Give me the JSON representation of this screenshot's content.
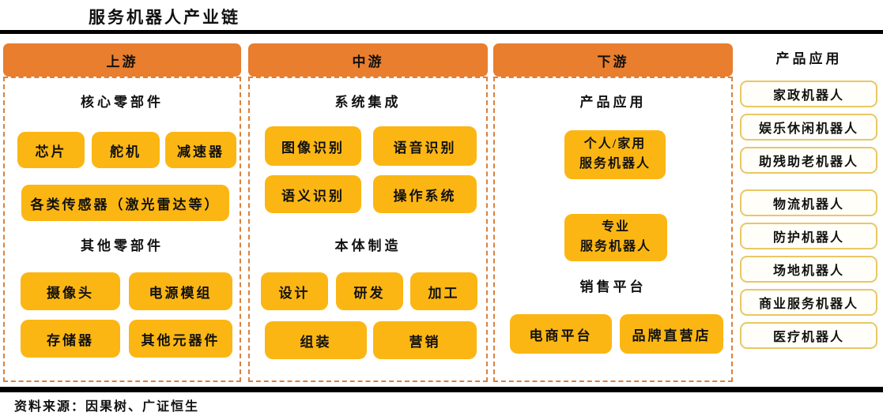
{
  "title": "服务机器人产业链",
  "footer": {
    "source": "资料来源：因果树、广证恒生"
  },
  "colors": {
    "header-orange": "#E87E2E",
    "node-yellow": "#FBB614",
    "dash-orange": "#D9813E",
    "app-gold": "#E9C764",
    "ink": "#111111"
  },
  "upstream": {
    "header": "上游",
    "section1": "核心零部件",
    "row1": [
      "芯片",
      "舵机",
      "减速器"
    ],
    "sensor_box": "各类传感器（激光雷达等）",
    "section2": "其他零部件",
    "row2": [
      "摄像头",
      "电源模组"
    ],
    "row3": [
      "存储器",
      "其他元器件"
    ]
  },
  "midstream": {
    "header": "中游",
    "section1": "系统集成",
    "row1": [
      "图像识别",
      "语音识别"
    ],
    "row2": [
      "语义识别",
      "操作系统"
    ],
    "section2": "本体制造",
    "row3": [
      "设计",
      "研发",
      "加工"
    ],
    "row4": [
      "组装",
      "营销"
    ]
  },
  "downstream": {
    "header": "下游",
    "section1": "产品应用",
    "app_box1": "个人/家用\n服务机器人",
    "app_box2": "专业\n服务机器人",
    "section2": "销售平台",
    "row1": [
      "电商平台",
      "品牌直营店"
    ]
  },
  "applications": {
    "header": "产品应用",
    "group1": [
      "家政机器人",
      "娱乐休闲机器人",
      "助残助老机器人"
    ],
    "group2": [
      "物流机器人",
      "防护机器人",
      "场地机器人",
      "商业服务机器人",
      "医疗机器人"
    ]
  }
}
